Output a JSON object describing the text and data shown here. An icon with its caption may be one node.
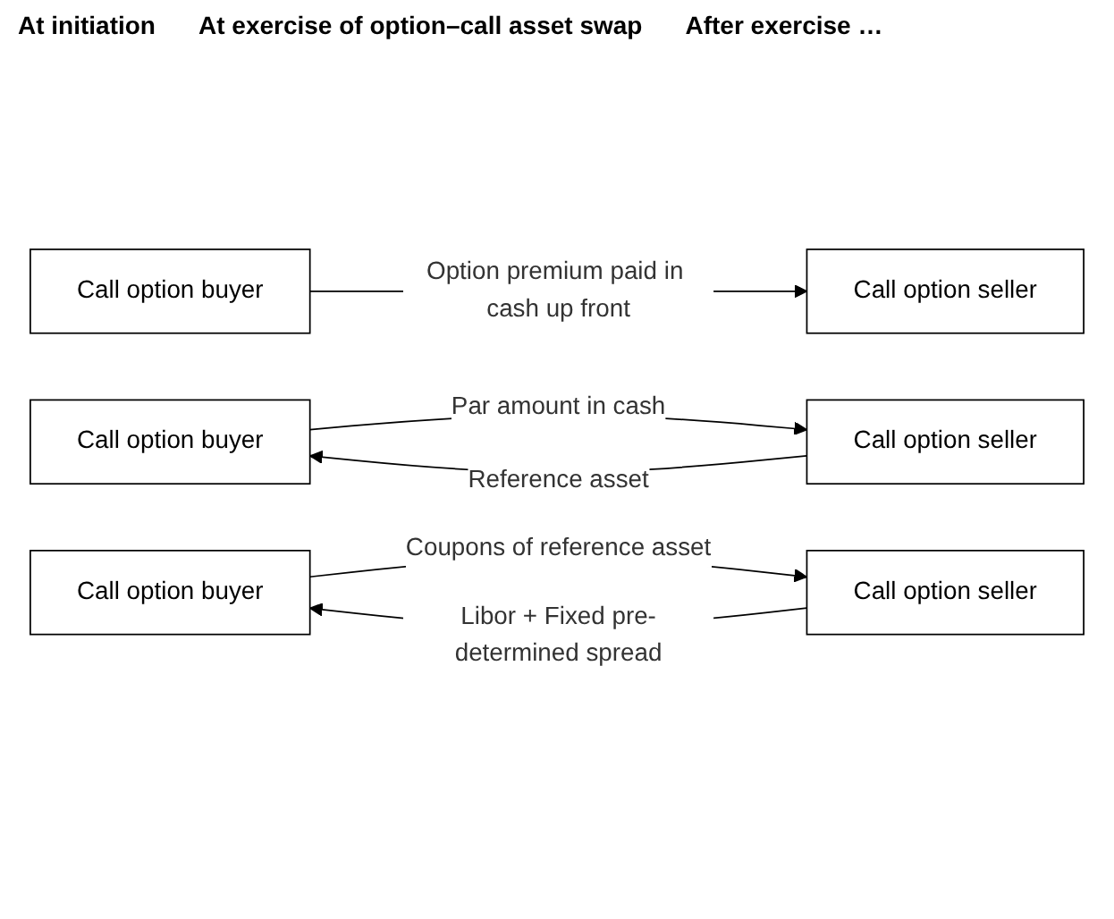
{
  "diagram": {
    "nodes": [
      {
        "text": [
          "Call option buyer"
        ]
      },
      {
        "text": [
          "Call option seller"
        ]
      },
      {
        "text": [
          "Call option buyer"
        ]
      },
      {
        "text": [
          "Call option seller"
        ]
      },
      {
        "text": [
          "Call option buyer"
        ]
      },
      {
        "text": [
          "Call option seller"
        ]
      }
    ],
    "edges": [
      {
        "from": 0,
        "to": 1,
        "arrow": "to",
        "label": "Option premium paid in cash up front"
      },
      {
        "from": 3,
        "to": 2,
        "arrow": "to",
        "label": "Reference asset"
      },
      {
        "from": 2,
        "to": 3,
        "arrow": "to",
        "label": "Par amount in cash"
      },
      {
        "from": 5,
        "to": 4,
        "arrow": "to",
        "label": "Libor + Fixed pre-determined spread"
      },
      {
        "from": 4,
        "to": 5,
        "arrow": "to",
        "label": "Coupons of reference asset"
      }
    ],
    "labels": [
      "At initiation",
      "At exercise of option–call asset swap",
      "After exercise …"
    ]
  }
}
